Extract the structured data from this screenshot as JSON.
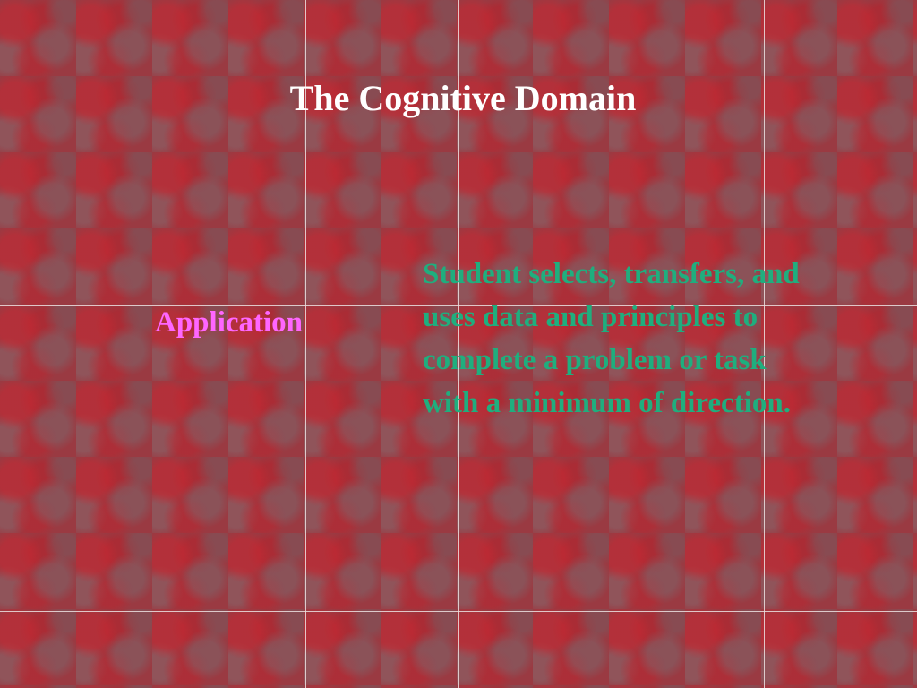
{
  "slide": {
    "title": "The Cognitive Domain",
    "term": "Application",
    "definition": "Student selects, transfers, and uses data and principles to complete a problem or task with a minimum of direction."
  },
  "colors": {
    "background": "#9a3a42",
    "title": "#ffffff",
    "term": "#ff66ff",
    "definition": "#1fae7e"
  }
}
